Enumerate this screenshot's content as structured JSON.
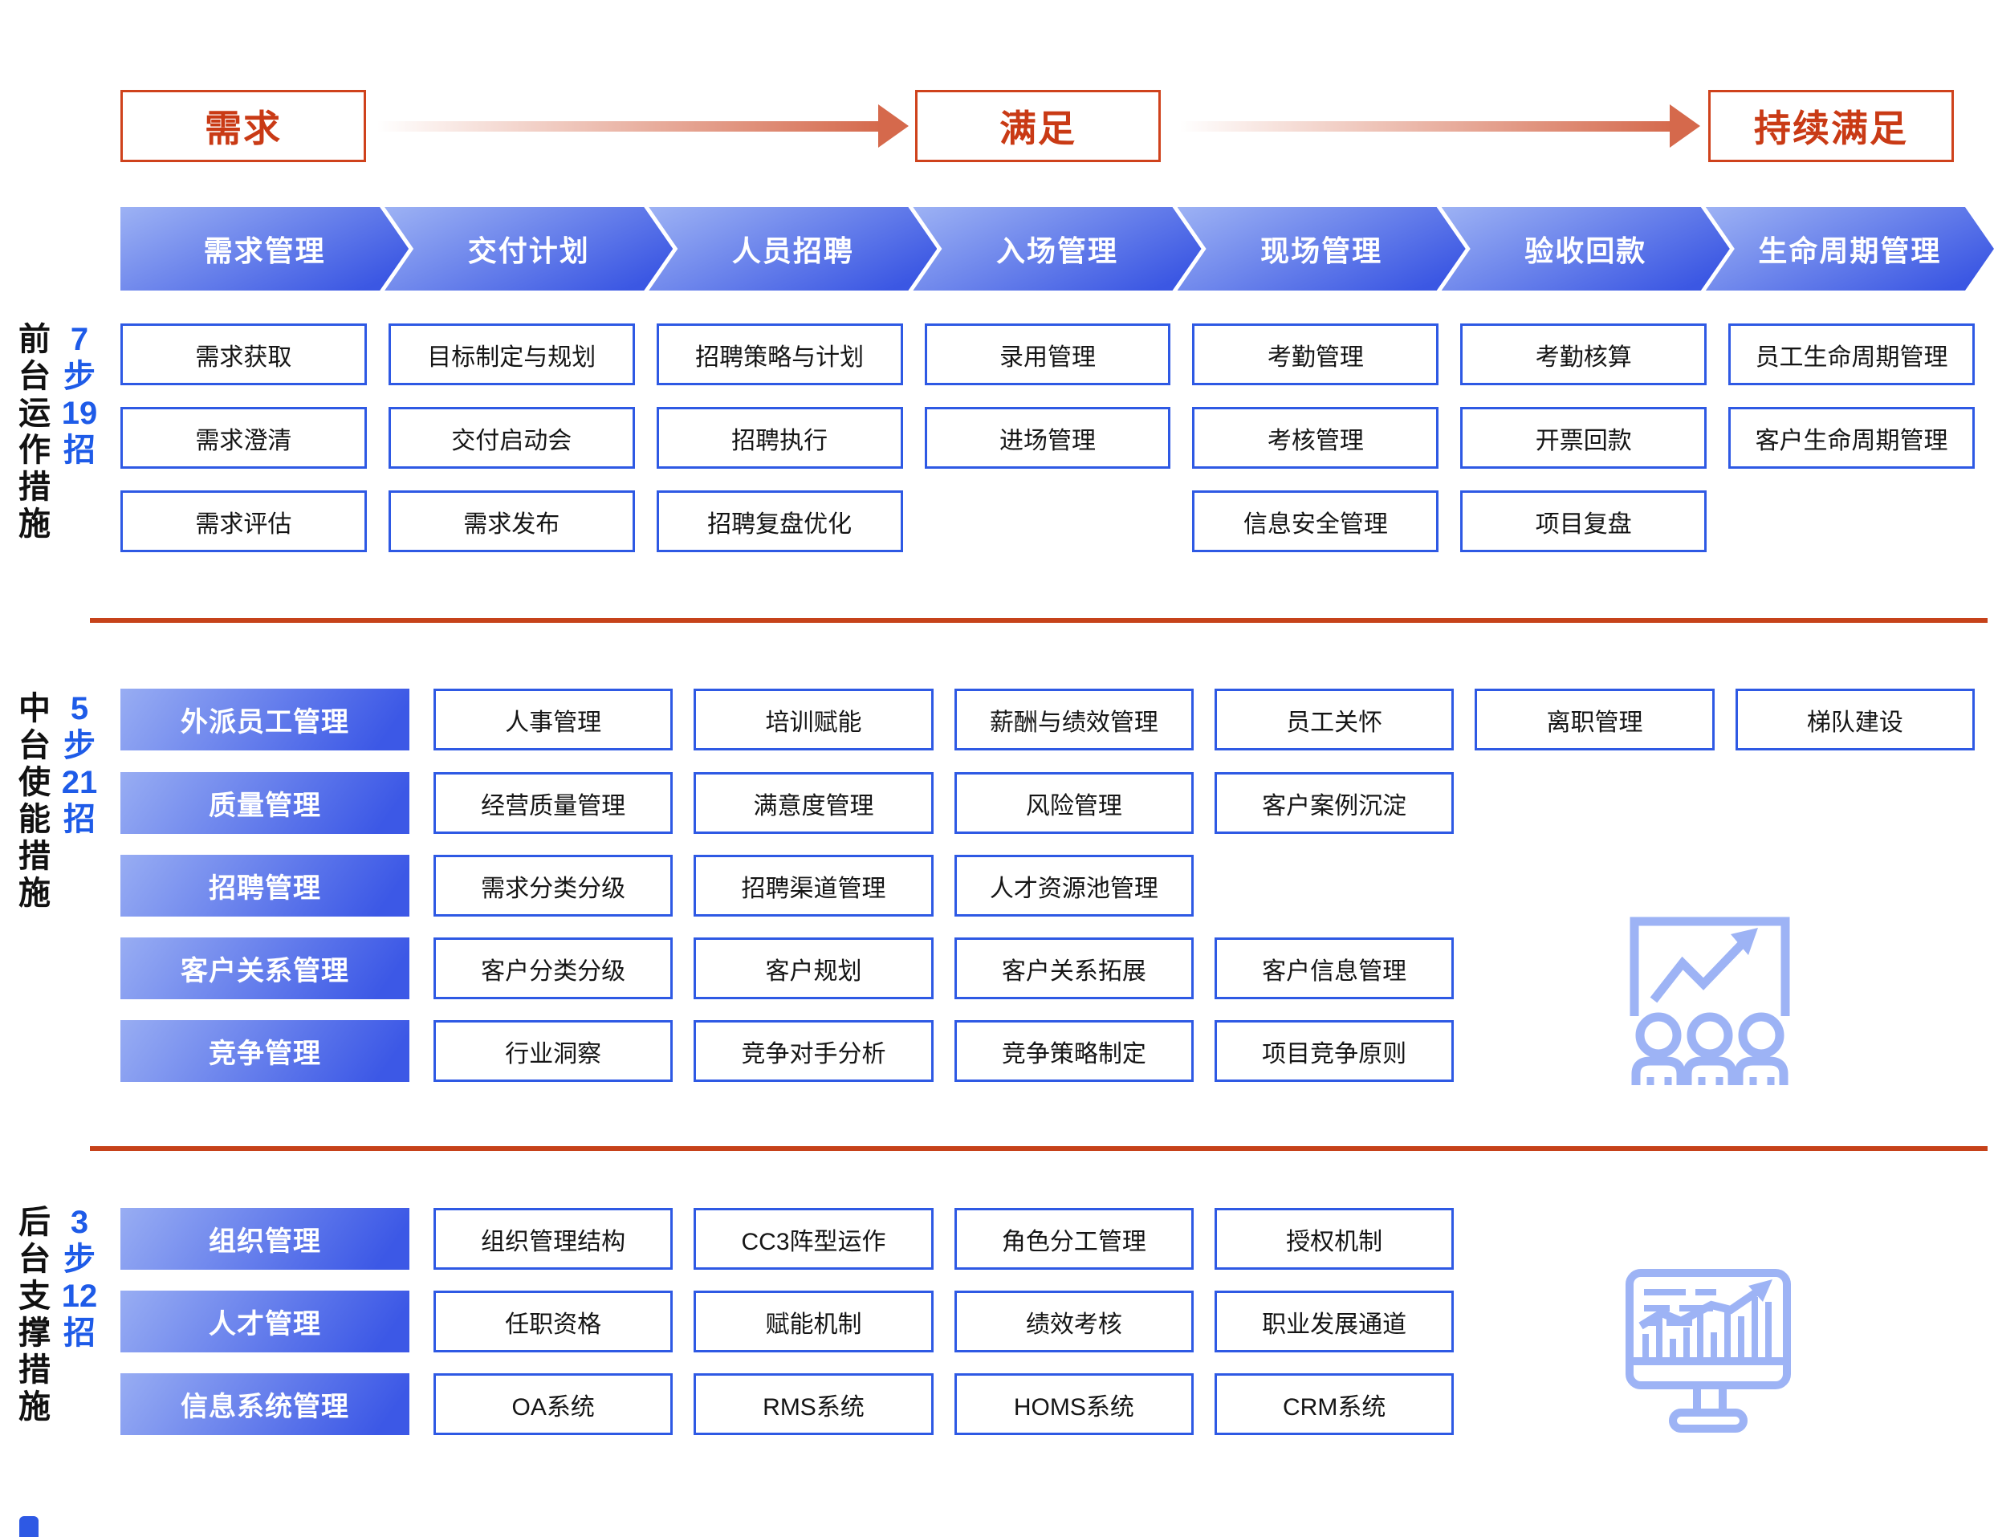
{
  "top_flow": {
    "stages": [
      "需求",
      "满足",
      "持续满足"
    ]
  },
  "process": {
    "chevrons": [
      "需求管理",
      "交付计划",
      "人员招聘",
      "入场管理",
      "现场管理",
      "验收回款",
      "生命周期管理"
    ]
  },
  "front": {
    "side_label": "前台运作措施",
    "stat": "7步19招",
    "row1": [
      "需求获取",
      "目标制定与规划",
      "招聘策略与计划",
      "录用管理",
      "考勤管理",
      "考勤核算",
      "员工生命周期管理"
    ],
    "row2": [
      "需求澄清",
      "交付启动会",
      "招聘执行",
      "进场管理",
      "考核管理",
      "开票回款",
      "客户生命周期管理"
    ],
    "row3": [
      "需求评估",
      "需求发布",
      "招聘复盘优化",
      "信息安全管理",
      "项目复盘"
    ]
  },
  "middle": {
    "side_label": "中台使能措施",
    "stat": "5步21招",
    "rows": [
      {
        "header": "外派员工管理",
        "items": [
          "人事管理",
          "培训赋能",
          "薪酬与绩效管理",
          "员工关怀",
          "离职管理",
          "梯队建设"
        ]
      },
      {
        "header": "质量管理",
        "items": [
          "经营质量管理",
          "满意度管理",
          "风险管理",
          "客户案例沉淀"
        ]
      },
      {
        "header": "招聘管理",
        "items": [
          "需求分类分级",
          "招聘渠道管理",
          "人才资源池管理"
        ]
      },
      {
        "header": "客户关系管理",
        "items": [
          "客户分类分级",
          "客户规划",
          "客户关系拓展",
          "客户信息管理"
        ]
      },
      {
        "header": "竞争管理",
        "items": [
          "行业洞察",
          "竞争对手分析",
          "竞争策略制定",
          "项目竞争原则"
        ]
      }
    ]
  },
  "back": {
    "side_label": "后台支撑措施",
    "stat": "3步12招",
    "rows": [
      {
        "header": "组织管理",
        "items": [
          "组织管理结构",
          "CC3阵型运作",
          "角色分工管理",
          "授权机制"
        ]
      },
      {
        "header": "人才管理",
        "items": [
          "任职资格",
          "赋能机制",
          "绩效考核",
          "职业发展通道"
        ]
      },
      {
        "header": "信息系统管理",
        "items": [
          "OA系统",
          "RMS系统",
          "HOMS系统",
          "CRM系统"
        ]
      }
    ]
  },
  "icons": {
    "presentation": "presentation-chart-audience-icon",
    "monitor": "monitor-analytics-icon"
  },
  "colors": {
    "red_accent": "#cf421c",
    "red_divider": "#c6421a",
    "arrow_red": "#d5694c",
    "blue_border": "#2e59e4",
    "blue_stat_text": "#1e5be8",
    "chevron_gradient_from": "#9db2f4",
    "chevron_gradient_to": "#3b57e3",
    "icon_blue": "#9db3f5"
  }
}
